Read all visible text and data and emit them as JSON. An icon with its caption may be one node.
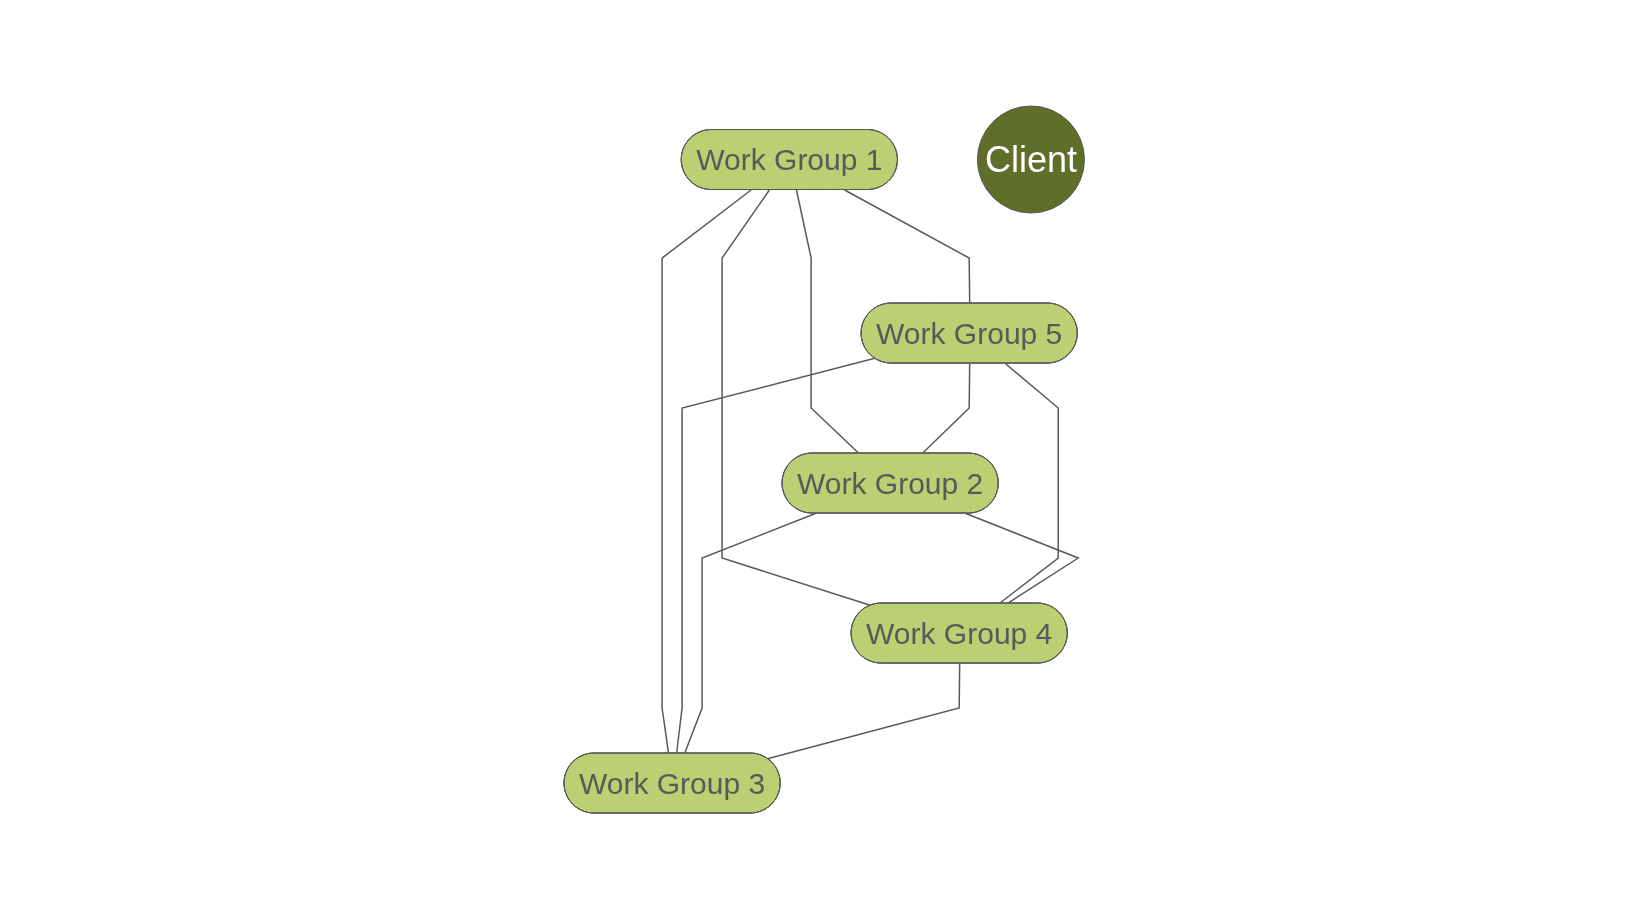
{
  "diagram": {
    "nodes": [
      {
        "text": [
          "Work Group 1"
        ]
      },
      {
        "text": [
          "Work Group 5"
        ]
      },
      {
        "text": [
          "Work Group 2"
        ]
      },
      {
        "text": [
          "Client"
        ]
      },
      {
        "text": [
          "Work Group 4"
        ]
      },
      {
        "text": [
          "Work Group 3"
        ]
      }
    ],
    "edges": [
      {
        "from": 0,
        "to": 1,
        "arrow": "none"
      },
      {
        "from": 0,
        "to": 2,
        "arrow": "none"
      },
      {
        "from": 0,
        "to": 4,
        "arrow": "none"
      },
      {
        "from": 0,
        "to": 5,
        "arrow": "none"
      },
      {
        "from": 1,
        "to": 2,
        "arrow": "none"
      },
      {
        "from": 1,
        "to": 4,
        "arrow": "none"
      },
      {
        "from": 1,
        "to": 5,
        "arrow": "none"
      },
      {
        "from": 2,
        "to": 4,
        "arrow": "none"
      },
      {
        "from": 2,
        "to": 5,
        "arrow": "none"
      },
      {
        "from": 4,
        "to": 5,
        "arrow": "none"
      }
    ]
  }
}
